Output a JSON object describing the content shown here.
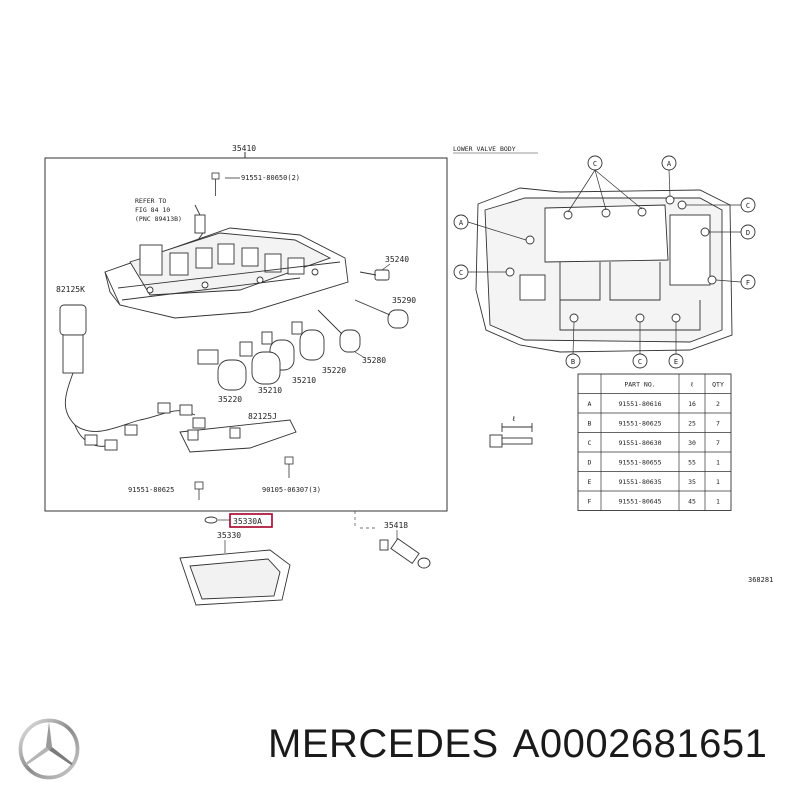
{
  "diagram": {
    "assembly_number": "35410",
    "lower_valve_body_title": "LOWER VALVE BODY",
    "refer_note": [
      "REFER TO",
      "FIG 84 10",
      "(PNC 89413B)"
    ],
    "callouts": {
      "bolt_top": "91551-80650(2)",
      "p82125K": "82125K",
      "p35240": "35240",
      "p35290": "35290",
      "p35280": "35280",
      "p35220a": "35220",
      "p35220b": "35220",
      "p35210a": "35210",
      "p35210b": "35210",
      "p82125J": "82125J",
      "bolt_bottom_left": "91551-80625",
      "bolt_bottom_right": "90105-06307(3)",
      "p35330A": "35330A",
      "p35330": "35330",
      "p35418": "35418",
      "illustration_id": "368281"
    },
    "markers": [
      "A",
      "B",
      "C",
      "D",
      "E",
      "F"
    ],
    "bolt_table": {
      "headers": [
        "",
        "PART NO.",
        "ℓ",
        "QTY"
      ],
      "rows": [
        [
          "A",
          "91551-80616",
          "16",
          "2"
        ],
        [
          "B",
          "91551-80625",
          "25",
          "7"
        ],
        [
          "C",
          "91551-80630",
          "30",
          "7"
        ],
        [
          "D",
          "91551-80655",
          "55",
          "1"
        ],
        [
          "E",
          "91551-80635",
          "35",
          "1"
        ],
        [
          "F",
          "91551-80645",
          "45",
          "1"
        ]
      ]
    }
  },
  "brand": {
    "name": "MERCEDES",
    "part_number": "A0002681651",
    "logo_icon": "mercedes-star-icon"
  }
}
